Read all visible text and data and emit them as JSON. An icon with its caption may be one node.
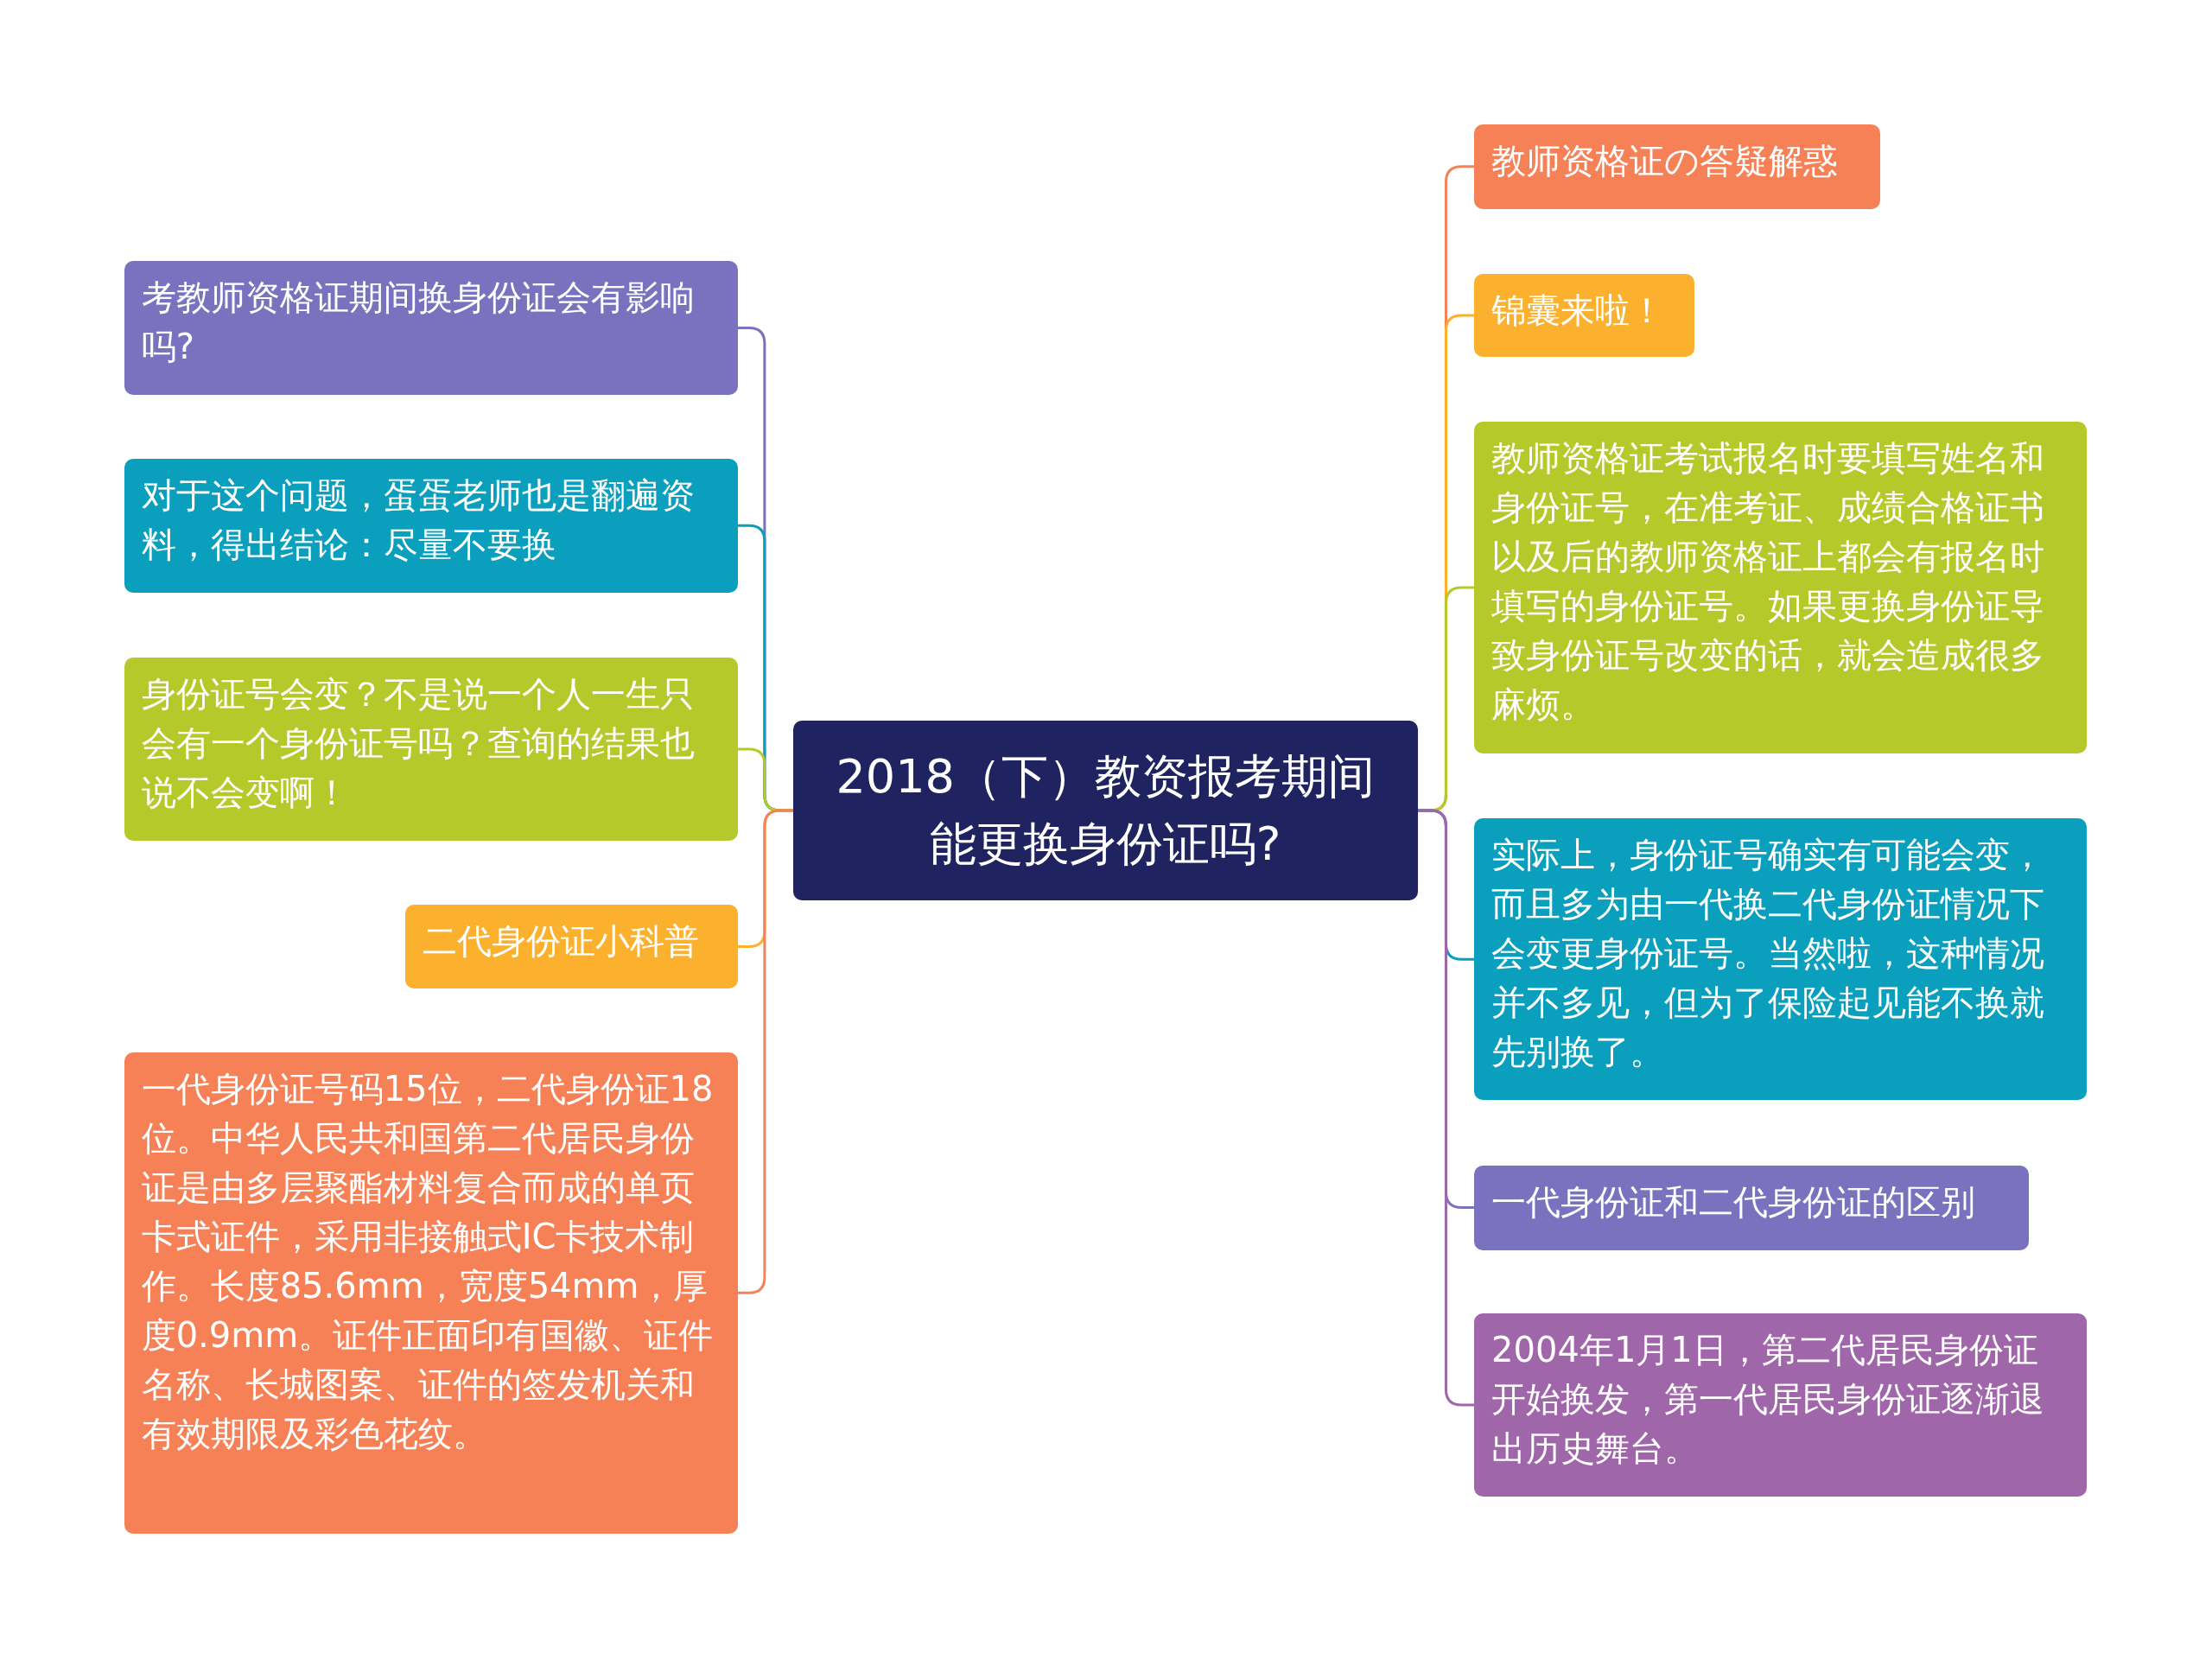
{
  "diagram": {
    "nodes": [
      {
        "text": [
          "2018（下）教资报考期间能更换身份证吗?"
        ]
      },
      {
        "text": [
          "考教师资格证期间换身份证会有影响吗?"
        ]
      },
      {
        "text": [
          "对于这个问题，蛋蛋老师也是翻遍资料，得出结论：尽量不要换"
        ]
      },
      {
        "text": [
          "身份证号会变？不是说一个人一生只会有一个身份证号吗？查询的结果也说不会变啊！"
        ]
      },
      {
        "text": [
          "二代身份证小科普"
        ]
      },
      {
        "text": [
          "一代身份证号码15位，二代身份证18位。中华人民共和国第二代居民身份证是由多层聚酯材料复合而成的单页卡式证件，采用非接触式IC卡技术制作。长度85.6mm，宽度54mm，厚度0.9mm。证件正面印有国徽、证件名称、长城图案、证件的签发机关和有效期限及彩色花纹。"
        ]
      },
      {
        "text": [
          "教师资格证の答疑解惑"
        ]
      },
      {
        "text": [
          "锦囊来啦！"
        ]
      },
      {
        "text": [
          "教师资格证考试报名时要填写姓名和身份证号，在准考证、成绩合格证书以及后的教师资格证上都会有报名时填写的身份证号。如果更换身份证导致身份证号改变的话，就会造成很多麻烦。"
        ]
      },
      {
        "text": [
          "实际上，身份证号确实有可能会变，而且多为由一代换二代身份证情况下会变更身份证号。当然啦，这种情况并不多见，但为了保险起见能不换就先别换了。"
        ]
      },
      {
        "text": [
          "一代身份证和二代身份证的区别"
        ]
      },
      {
        "text": [
          "2004年1月1日，第二代居民身份证开始换发，第一代居民身份证逐渐退出历史舞台。"
        ]
      }
    ],
    "edges": [
      {
        "from": 0,
        "to": 1,
        "arrow": "none",
        "color": "#7b72bf"
      },
      {
        "from": 0,
        "to": 2,
        "arrow": "none",
        "color": "#0aa0bd"
      },
      {
        "from": 0,
        "to": 3,
        "arrow": "none",
        "color": "#b5c92a"
      },
      {
        "from": 0,
        "to": 4,
        "arrow": "none",
        "color": "#fbb12e"
      },
      {
        "from": 0,
        "to": 5,
        "arrow": "none",
        "color": "#f78156"
      },
      {
        "from": 0,
        "to": 6,
        "arrow": "none",
        "color": "#f78156"
      },
      {
        "from": 0,
        "to": 7,
        "arrow": "none",
        "color": "#fbb12e"
      },
      {
        "from": 0,
        "to": 8,
        "arrow": "none",
        "color": "#b5c92a"
      },
      {
        "from": 0,
        "to": 9,
        "arrow": "none",
        "color": "#0aa0bd"
      },
      {
        "from": 0,
        "to": 10,
        "arrow": "none",
        "color": "#7b72bf"
      },
      {
        "from": 0,
        "to": 11,
        "arrow": "none",
        "color": "#a066aa"
      }
    ]
  }
}
